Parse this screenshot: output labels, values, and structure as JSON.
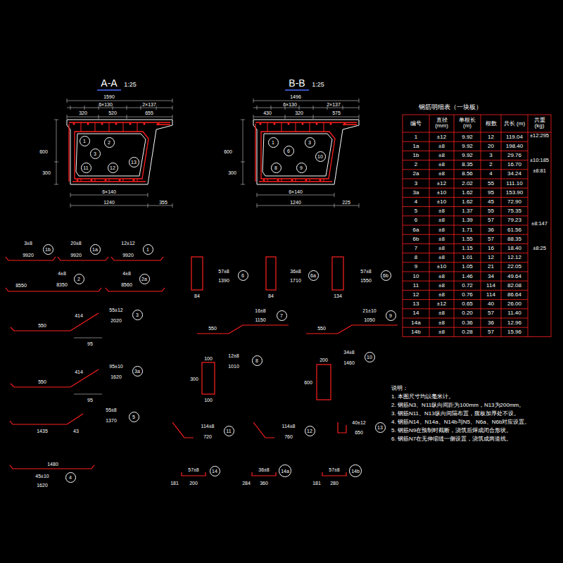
{
  "diagram": {
    "nodes": [
      {
        "text": [
          "1"
        ]
      },
      {
        "text": [
          "2"
        ]
      },
      {
        "text": [
          "3"
        ]
      },
      {
        "text": [
          "11"
        ]
      },
      {
        "text": [
          "12"
        ]
      },
      {
        "text": [
          "13"
        ]
      },
      {
        "text": [
          "1"
        ]
      },
      {
        "text": [
          "6"
        ]
      },
      {
        "text": [
          "3"
        ]
      },
      {
        "text": [
          "8"
        ]
      },
      {
        "text": [
          "9"
        ]
      },
      {
        "text": [
          "10"
        ]
      },
      {
        "text": [
          "1b"
        ]
      },
      {
        "text": [
          "1a"
        ]
      },
      {
        "text": [
          "1"
        ]
      },
      {
        "text": [
          "2"
        ]
      },
      {
        "text": [
          "2a"
        ]
      },
      {
        "text": [
          "3"
        ]
      },
      {
        "text": [
          "3a"
        ]
      },
      {
        "text": [
          "5"
        ]
      },
      {
        "text": [
          "4"
        ]
      },
      {
        "text": [
          "6"
        ]
      },
      {
        "text": [
          "6a"
        ]
      },
      {
        "text": [
          "6b"
        ]
      },
      {
        "text": [
          "7"
        ]
      },
      {
        "text": [
          "9"
        ]
      },
      {
        "text": [
          "8"
        ]
      },
      {
        "text": [
          "10"
        ]
      },
      {
        "text": [
          "11"
        ]
      },
      {
        "text": [
          "12"
        ]
      },
      {
        "text": [
          "13"
        ]
      },
      {
        "text": [
          "14"
        ]
      },
      {
        "text": [
          "14a"
        ]
      },
      {
        "text": [
          "14b"
        ]
      }
    ],
    "labels": [
      "A-A",
      "1:25",
      "1590",
      "6×130",
      "2×137",
      "320",
      "520",
      "655",
      "6×140",
      "1240",
      "355",
      "600",
      "300",
      "B-B",
      "1:25",
      "1496",
      "6×130",
      "2×137",
      "430",
      "320",
      "575",
      "6×140",
      "1240",
      "225",
      "600",
      "300",
      "3±8",
      "9920",
      "20±8",
      "9920",
      "12±12",
      "9920",
      "8550",
      "4±8",
      "8350",
      "4±8",
      "8560",
      "55±12",
      "2020",
      "550",
      "414",
      "95",
      "95±10",
      "1620",
      "550",
      "414",
      "95",
      "1435",
      "55±8",
      "1370",
      "43",
      "1480",
      "45±10",
      "1620",
      "57±8",
      "1390",
      "84",
      "36±8",
      "1710",
      "84",
      "57±8",
      "1550",
      "134",
      "16±8",
      "1150",
      "550",
      "21±10",
      "1050",
      "550",
      "12±8",
      "1010",
      "100",
      "300",
      "100",
      "34±8",
      "1460",
      "200",
      "600",
      "114±8",
      "720",
      "114±8",
      "760",
      "40±12",
      "650",
      "57±8",
      "200",
      "181",
      "36±8",
      "360",
      "284",
      "57±8",
      "280",
      "181",
      "钢筋明细表（一块板）",
      "编号",
      "直径 (mm)",
      "单根长 (m)",
      "根数",
      "共长 (m)",
      "共重 (kg)",
      "1",
      "±12",
      "9.92",
      "12",
      "119.04",
      "1a",
      "±8",
      "9.92",
      "20",
      "198.40",
      "1b",
      "±8",
      "9.92",
      "3",
      "29.76",
      "2",
      "±8",
      "8.35",
      "2",
      "16.70",
      "2a",
      "±8",
      "8.56",
      "4",
      "34.24",
      "3",
      "±12",
      "2.02",
      "55",
      "111.10",
      "3a",
      "±10",
      "1.62",
      "95",
      "153.90",
      "4",
      "±10",
      "1.62",
      "45",
      "72.90",
      "5",
      "±8",
      "1.37",
      "55",
      "75.35",
      "6",
      "±8",
      "1.39",
      "57",
      "79.23",
      "6a",
      "±8",
      "1.71",
      "36",
      "61.56",
      "6b",
      "±8",
      "1.55",
      "57",
      "88.35",
      "7",
      "±8",
      "1.15",
      "16",
      "18.40",
      "8",
      "±8",
      "1.01",
      "12",
      "12.12",
      "9",
      "±10",
      "1.05",
      "21",
      "22.05",
      "10",
      "±8",
      "1.46",
      "34",
      "49.64",
      "11",
      "±8",
      "0.72",
      "114",
      "82.08",
      "12",
      "±8",
      "0.76",
      "114",
      "86.64",
      "13",
      "±12",
      "0.65",
      "40",
      "26.00",
      "14",
      "±8",
      "0.20",
      "57",
      "11.40",
      "14a",
      "±8",
      "0.36",
      "36",
      "12.96",
      "14b",
      "±8",
      "0.28",
      "57",
      "15.96",
      "±12:295",
      "±10:185",
      "±8:81",
      "±8:147",
      "±8:25",
      "说明：",
      "1. 本图尺寸均以毫米计。",
      "2. 钢筋N3、N11纵向间距为100mm，N13为200mm。",
      "3. 钢筋N11、N13纵向间隔布置，腹板加厚处不设。",
      "4. 钢筋N14、N14a、N14b与N5、N6a、N6b对应设置。",
      "5. 钢筋N9在预制时截断，浇筑后焊成闭合形状。",
      "6. 钢筋N7在无伸缩缝一侧设置，浇筑成两道线。"
    ]
  }
}
